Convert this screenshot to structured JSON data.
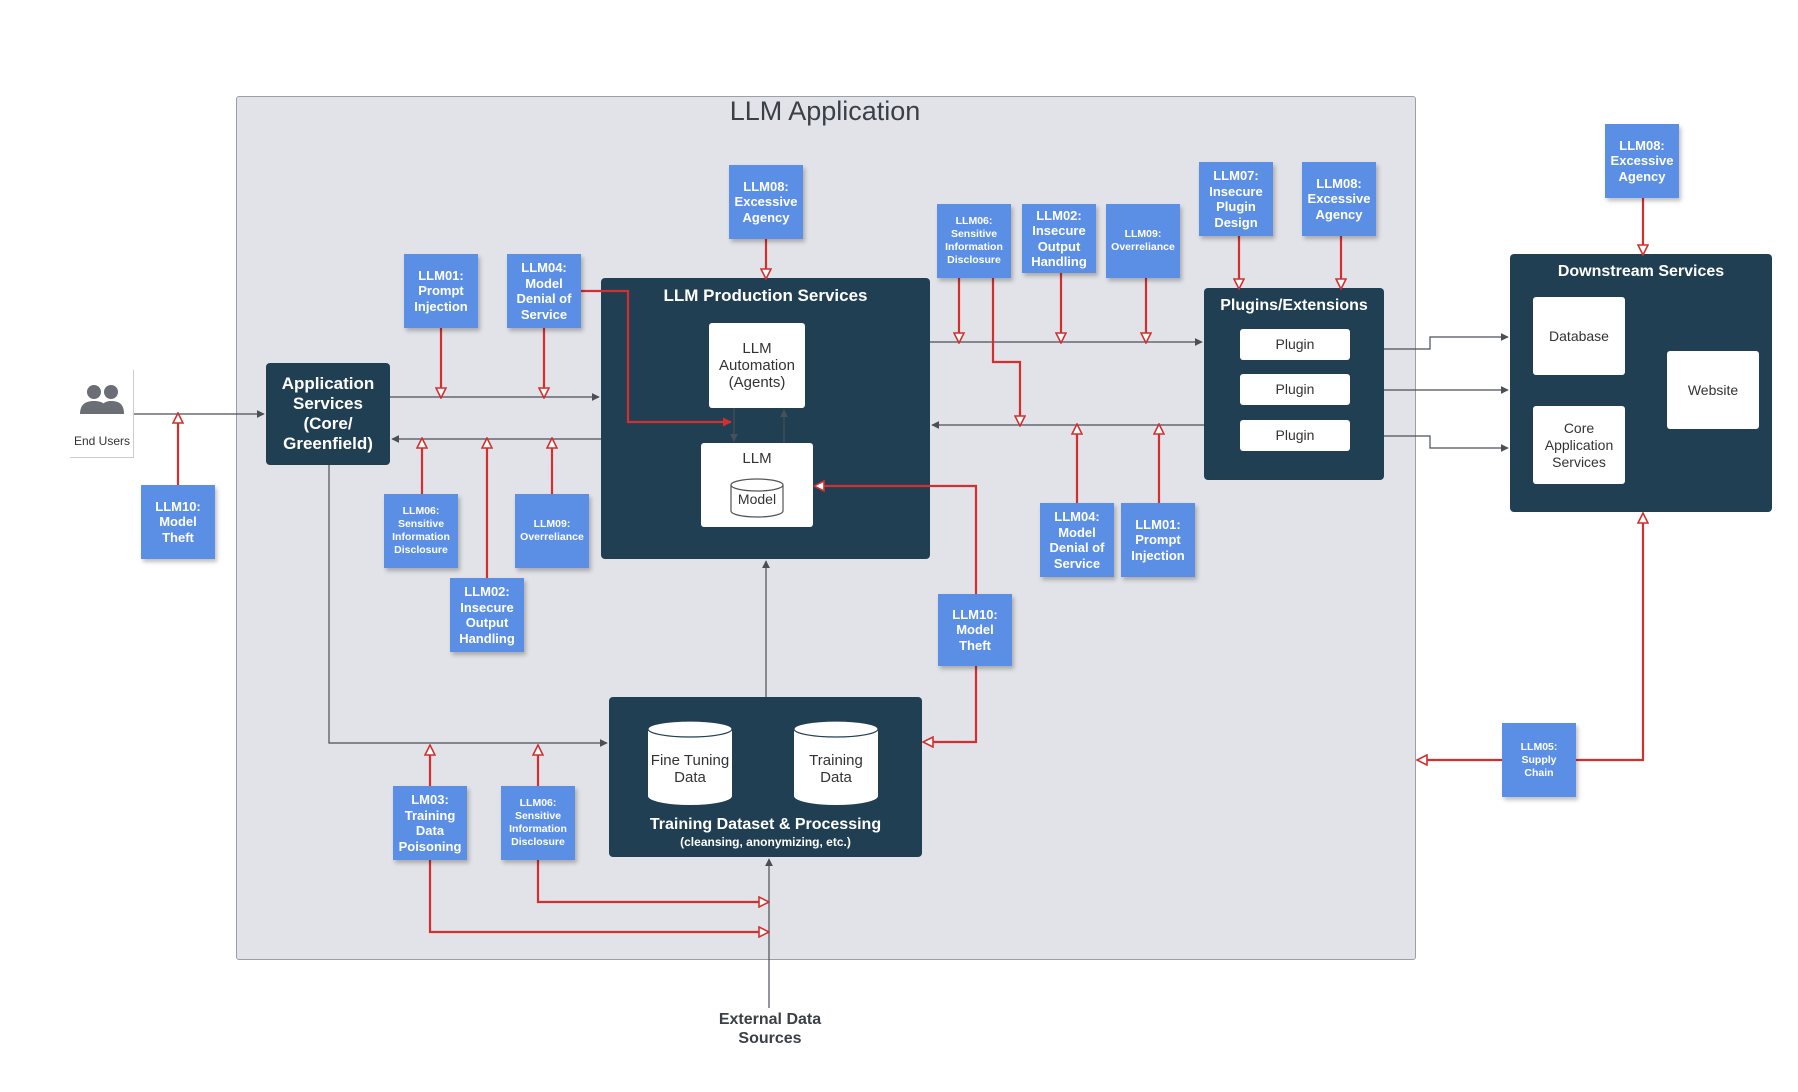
{
  "frame": {
    "title": "LLM Application"
  },
  "end_users": {
    "label": "End Users",
    "icon": "users-icon"
  },
  "app_services": {
    "label": "Application\nServices\n(Core/\nGreenfield)"
  },
  "production": {
    "title": "LLM Production Services",
    "automation": "LLM\nAutomation\n(Agents)",
    "llm": "LLM",
    "model": "Model"
  },
  "plugins": {
    "title": "Plugins/Extensions",
    "items": [
      "Plugin",
      "Plugin",
      "Plugin"
    ]
  },
  "downstream": {
    "title": "Downstream Services",
    "database": "Database",
    "core": "Core\nApplication\nServices",
    "website": "Website"
  },
  "training": {
    "title": "Training Dataset & Processing",
    "subtitle": "(cleansing, anonymizing, etc.)",
    "fine_tuning": "Fine Tuning\nData",
    "training_data": "Training\nData"
  },
  "external": {
    "label": "External Data\nSources"
  },
  "notes": {
    "llm10_left": "LLM10:\nModel\nTheft",
    "llm01_left": "LLM01:\nPrompt\nInjection",
    "llm04_left": "LLM04:\nModel\nDenial of\nService",
    "llm08_top": "LLM08:\nExcessive\nAgency",
    "llm06_top": "LLM06:\nSensitive\nInformation\nDisclosure",
    "llm02_top": "LLM02:\nInsecure\nOutput\nHandling",
    "llm09_top": "LLM09:\nOverreliance",
    "llm07": "LLM07:\nInsecure\nPlugin\nDesign",
    "llm08_plugins": "LLM08:\nExcessive\nAgency",
    "llm08_downstream": "LLM08:\nExcessive\nAgency",
    "llm06_left": "LLM06:\nSensitive\nInformation\nDisclosure",
    "llm09_left": "LLM09:\nOverreliance",
    "llm02_left": "LLM02:\nInsecure\nOutput\nHandling",
    "llm04_right": "LLM04:\nModel\nDenial of\nService",
    "llm01_right": "LLM01:\nPrompt\nInjection",
    "llm10_mid": "LLM10:\nModel\nTheft",
    "llm05": "LLM05:\nSupply\nChain",
    "lm03": "LM03:\nTraining\nData\nPoisoning",
    "llm06_bottom": "LLM06:\nSensitive\nInformation\nDisclosure"
  },
  "colors": {
    "dark": "#213f53",
    "note": "#5b8fe6",
    "threat_arrow": "#d32f2f",
    "flow_arrow": "#4a4f57",
    "frame": "#e1e3e8"
  }
}
